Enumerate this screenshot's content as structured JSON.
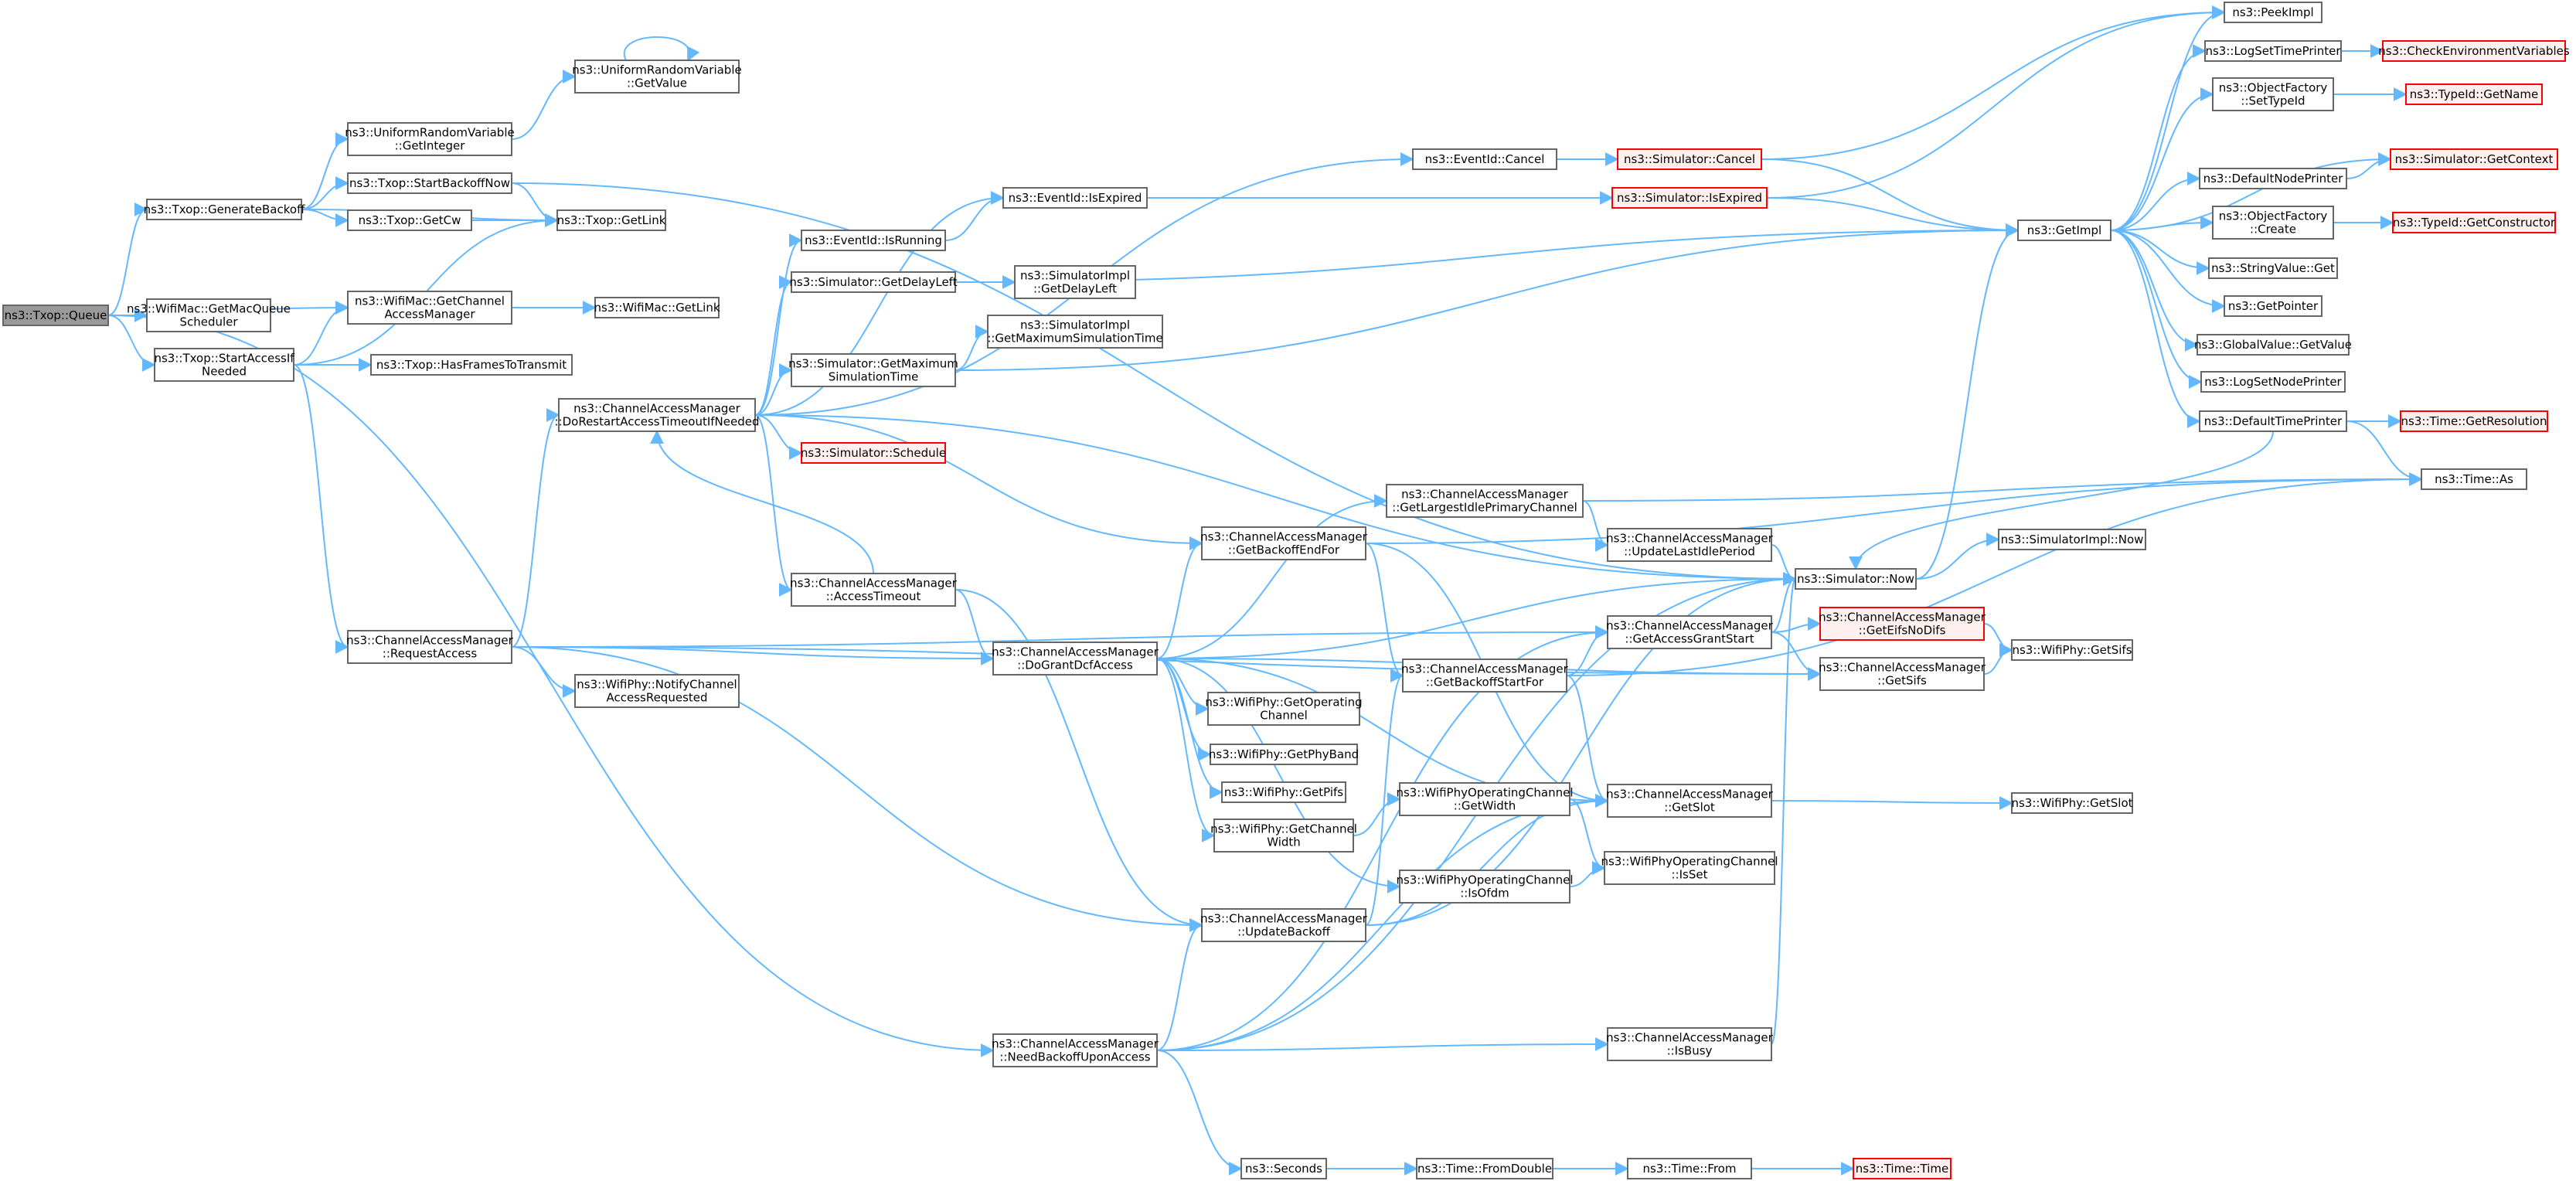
{
  "graph": {
    "colors": {
      "edge": "#63b8ff",
      "node_border": "#666666",
      "node_fill": "#ffffff",
      "truncated_border": "#ff0000",
      "truncated_fill": "#fff0f0",
      "root_fill": "#999999",
      "text": "#000000"
    },
    "nodes": [
      {
        "id": "queue",
        "lines": [
          "ns3::Txop::Queue"
        ],
        "root": true
      },
      {
        "id": "genbackoff",
        "lines": [
          "ns3::Txop::GenerateBackoff"
        ]
      },
      {
        "id": "getmacqueue",
        "lines": [
          "ns3::WifiMac::GetMacQueue",
          "Scheduler"
        ]
      },
      {
        "id": "startaccess",
        "lines": [
          "ns3::Txop::StartAccessIf",
          "Needed"
        ]
      },
      {
        "id": "urv_getvalue",
        "lines": [
          "ns3::UniformRandomVariable",
          "::GetValue"
        ]
      },
      {
        "id": "urv_getint",
        "lines": [
          "ns3::UniformRandomVariable",
          "::GetInteger"
        ]
      },
      {
        "id": "startbackoff",
        "lines": [
          "ns3::Txop::StartBackoffNow"
        ]
      },
      {
        "id": "getcw",
        "lines": [
          "ns3::Txop::GetCw"
        ]
      },
      {
        "id": "getlink_txop",
        "lines": [
          "ns3::Txop::GetLink"
        ]
      },
      {
        "id": "getcam",
        "lines": [
          "ns3::WifiMac::GetChannel",
          "AccessManager"
        ]
      },
      {
        "id": "getlink_mac",
        "lines": [
          "ns3::WifiMac::GetLink"
        ]
      },
      {
        "id": "hasframes",
        "lines": [
          "ns3::Txop::HasFramesToTransmit"
        ]
      },
      {
        "id": "dorestart",
        "lines": [
          "ns3::ChannelAccessManager",
          "::DoRestartAccessTimeoutIfNeeded"
        ]
      },
      {
        "id": "schedule",
        "lines": [
          "ns3::Simulator::Schedule"
        ],
        "truncated": true
      },
      {
        "id": "requestaccess",
        "lines": [
          "ns3::ChannelAccessManager",
          "::RequestAccess"
        ]
      },
      {
        "id": "notifychan",
        "lines": [
          "ns3::WifiPhy::NotifyChannel",
          "AccessRequested"
        ]
      },
      {
        "id": "isrunning",
        "lines": [
          "ns3::EventId::IsRunning"
        ]
      },
      {
        "id": "isexpired_ev",
        "lines": [
          "ns3::EventId::IsExpired"
        ]
      },
      {
        "id": "getdelayleft",
        "lines": [
          "ns3::Simulator::GetDelayLeft"
        ]
      },
      {
        "id": "impl_delayleft",
        "lines": [
          "ns3::SimulatorImpl",
          "::GetDelayLeft"
        ]
      },
      {
        "id": "getmaxsim",
        "lines": [
          "ns3::Simulator::GetMaximum",
          "SimulationTime"
        ]
      },
      {
        "id": "impl_maxsim",
        "lines": [
          "ns3::SimulatorImpl",
          "::GetMaximumSimulationTime"
        ]
      },
      {
        "id": "accesstimeout",
        "lines": [
          "ns3::ChannelAccessManager",
          "::AccessTimeout"
        ]
      },
      {
        "id": "dogrant",
        "lines": [
          "ns3::ChannelAccessManager",
          "::DoGrantDcfAccess"
        ]
      },
      {
        "id": "getbackoffend",
        "lines": [
          "ns3::ChannelAccessManager",
          "::GetBackoffEndFor"
        ]
      },
      {
        "id": "getopchan",
        "lines": [
          "ns3::WifiPhy::GetOperating",
          "Channel"
        ]
      },
      {
        "id": "getphyband",
        "lines": [
          "ns3::WifiPhy::GetPhyBand"
        ]
      },
      {
        "id": "getpifs",
        "lines": [
          "ns3::WifiPhy::GetPifs"
        ]
      },
      {
        "id": "getchanwidth",
        "lines": [
          "ns3::WifiPhy::GetChannel",
          "Width"
        ]
      },
      {
        "id": "updatebackoff",
        "lines": [
          "ns3::ChannelAccessManager",
          "::UpdateBackoff"
        ]
      },
      {
        "id": "needbackoff",
        "lines": [
          "ns3::ChannelAccessManager",
          "::NeedBackoffUponAccess"
        ]
      },
      {
        "id": "seconds",
        "lines": [
          "ns3::Seconds"
        ]
      },
      {
        "id": "fromdouble",
        "lines": [
          "ns3::Time::FromDouble"
        ]
      },
      {
        "id": "timefrom",
        "lines": [
          "ns3::Time::From"
        ]
      },
      {
        "id": "timetime",
        "lines": [
          "ns3::Time::Time"
        ],
        "truncated": true
      },
      {
        "id": "eventcancel",
        "lines": [
          "ns3::EventId::Cancel"
        ]
      },
      {
        "id": "simcancel",
        "lines": [
          "ns3::Simulator::Cancel"
        ],
        "truncated": true
      },
      {
        "id": "simisexpired",
        "lines": [
          "ns3::Simulator::IsExpired"
        ],
        "truncated": true
      },
      {
        "id": "getlargest",
        "lines": [
          "ns3::ChannelAccessManager",
          "::GetLargestIdlePrimaryChannel"
        ]
      },
      {
        "id": "updatelastidle",
        "lines": [
          "ns3::ChannelAccessManager",
          "::UpdateLastIdlePeriod"
        ]
      },
      {
        "id": "getbackoffstart",
        "lines": [
          "ns3::ChannelAccessManager",
          "::GetBackoffStartFor"
        ]
      },
      {
        "id": "opchan_width",
        "lines": [
          "ns3::WifiPhyOperatingChannel",
          "::GetWidth"
        ]
      },
      {
        "id": "opchan_isofdm",
        "lines": [
          "ns3::WifiPhyOperatingChannel",
          "::IsOfdm"
        ]
      },
      {
        "id": "opchan_isset",
        "lines": [
          "ns3::WifiPhyOperatingChannel",
          "::IsSet"
        ]
      },
      {
        "id": "getaccessgrant",
        "lines": [
          "ns3::ChannelAccessManager",
          "::GetAccessGrantStart"
        ]
      },
      {
        "id": "getslot_cam",
        "lines": [
          "ns3::ChannelAccessManager",
          "::GetSlot"
        ]
      },
      {
        "id": "isbusy",
        "lines": [
          "ns3::ChannelAccessManager",
          "::IsBusy"
        ]
      },
      {
        "id": "simnow",
        "lines": [
          "ns3::Simulator::Now"
        ]
      },
      {
        "id": "impl_now",
        "lines": [
          "ns3::SimulatorImpl::Now"
        ]
      },
      {
        "id": "geteifs",
        "lines": [
          "ns3::ChannelAccessManager",
          "::GetEifsNoDifs"
        ],
        "truncated": true
      },
      {
        "id": "getsifs_cam",
        "lines": [
          "ns3::ChannelAccessManager",
          "::GetSifs"
        ]
      },
      {
        "id": "phy_getsifs",
        "lines": [
          "ns3::WifiPhy::GetSifs"
        ]
      },
      {
        "id": "phy_getslot",
        "lines": [
          "ns3::WifiPhy::GetSlot"
        ]
      },
      {
        "id": "getimpl",
        "lines": [
          "ns3::GetImpl"
        ]
      },
      {
        "id": "peekimpl",
        "lines": [
          "ns3::PeekImpl"
        ]
      },
      {
        "id": "logsettime",
        "lines": [
          "ns3::LogSetTimePrinter"
        ]
      },
      {
        "id": "checkenv",
        "lines": [
          "ns3::CheckEnvironmentVariables"
        ],
        "truncated": true
      },
      {
        "id": "of_settypeid",
        "lines": [
          "ns3::ObjectFactory",
          "::SetTypeId"
        ]
      },
      {
        "id": "typeid_getname",
        "lines": [
          "ns3::TypeId::GetName"
        ],
        "truncated": true
      },
      {
        "id": "defnodeprinter",
        "lines": [
          "ns3::DefaultNodePrinter"
        ]
      },
      {
        "id": "sim_getcontext",
        "lines": [
          "ns3::Simulator::GetContext"
        ],
        "truncated": true
      },
      {
        "id": "of_create",
        "lines": [
          "ns3::ObjectFactory",
          "::Create"
        ]
      },
      {
        "id": "typeid_getctor",
        "lines": [
          "ns3::TypeId::GetConstructor"
        ],
        "truncated": true
      },
      {
        "id": "stringvalue_get",
        "lines": [
          "ns3::StringValue::Get"
        ]
      },
      {
        "id": "getpointer",
        "lines": [
          "ns3::GetPointer"
        ]
      },
      {
        "id": "gv_getvalue",
        "lines": [
          "ns3::GlobalValue::GetValue"
        ]
      },
      {
        "id": "logsetnode",
        "lines": [
          "ns3::LogSetNodePrinter"
        ]
      },
      {
        "id": "deftimeprinter",
        "lines": [
          "ns3::DefaultTimePrinter"
        ]
      },
      {
        "id": "time_getres",
        "lines": [
          "ns3::Time::GetResolution"
        ],
        "truncated": true
      },
      {
        "id": "time_as",
        "lines": [
          "ns3::Time::As"
        ]
      }
    ],
    "edges": [
      [
        "queue",
        "genbackoff"
      ],
      [
        "queue",
        "getmacqueue"
      ],
      [
        "queue",
        "startaccess"
      ],
      [
        "queue",
        "getcam"
      ],
      [
        "queue",
        "needbackoff"
      ],
      [
        "genbackoff",
        "urv_getint"
      ],
      [
        "genbackoff",
        "startbackoff"
      ],
      [
        "genbackoff",
        "getcw"
      ],
      [
        "genbackoff",
        "getlink_txop"
      ],
      [
        "urv_getint",
        "urv_getvalue"
      ],
      [
        "urv_getvalue",
        "urv_getvalue"
      ],
      [
        "startbackoff",
        "getlink_txop"
      ],
      [
        "startbackoff",
        "simnow"
      ],
      [
        "getcw",
        "getlink_txop"
      ],
      [
        "startaccess",
        "getlink_txop"
      ],
      [
        "startaccess",
        "getcam"
      ],
      [
        "startaccess",
        "hasframes"
      ],
      [
        "startaccess",
        "requestaccess"
      ],
      [
        "getcam",
        "getlink_mac"
      ],
      [
        "requestaccess",
        "dorestart"
      ],
      [
        "requestaccess",
        "notifychan"
      ],
      [
        "requestaccess",
        "dogrant"
      ],
      [
        "requestaccess",
        "getaccessgrant"
      ],
      [
        "requestaccess",
        "updatebackoff"
      ],
      [
        "requestaccess",
        "getsifs_cam"
      ],
      [
        "dorestart",
        "isrunning"
      ],
      [
        "dorestart",
        "isexpired_ev"
      ],
      [
        "dorestart",
        "eventcancel"
      ],
      [
        "dorestart",
        "getdelayleft"
      ],
      [
        "dorestart",
        "getmaxsim"
      ],
      [
        "dorestart",
        "schedule"
      ],
      [
        "dorestart",
        "accesstimeout"
      ],
      [
        "dorestart",
        "getbackoffend"
      ],
      [
        "dorestart",
        "simnow"
      ],
      [
        "isrunning",
        "isexpired_ev"
      ],
      [
        "isexpired_ev",
        "simisexpired"
      ],
      [
        "getdelayleft",
        "impl_delayleft"
      ],
      [
        "getdelayleft",
        "getimpl"
      ],
      [
        "getmaxsim",
        "impl_maxsim"
      ],
      [
        "getmaxsim",
        "getimpl"
      ],
      [
        "accesstimeout",
        "dorestart"
      ],
      [
        "accesstimeout",
        "dogrant"
      ],
      [
        "accesstimeout",
        "updatebackoff"
      ],
      [
        "dogrant",
        "getbackoffend"
      ],
      [
        "dogrant",
        "getopchan"
      ],
      [
        "dogrant",
        "getphyband"
      ],
      [
        "dogrant",
        "getpifs"
      ],
      [
        "dogrant",
        "getchanwidth"
      ],
      [
        "dogrant",
        "getlargest"
      ],
      [
        "dogrant",
        "getslot_cam"
      ],
      [
        "dogrant",
        "simnow"
      ],
      [
        "dogrant",
        "opchan_isofdm"
      ],
      [
        "dogrant",
        "getsifs_cam"
      ],
      [
        "getbackoffend",
        "getbackoffstart"
      ],
      [
        "getbackoffend",
        "getslot_cam"
      ],
      [
        "getbackoffend",
        "time_as"
      ],
      [
        "getchanwidth",
        "opchan_width"
      ],
      [
        "updatebackoff",
        "getbackoffstart"
      ],
      [
        "updatebackoff",
        "getslot_cam"
      ],
      [
        "updatebackoff",
        "simnow"
      ],
      [
        "needbackoff",
        "isbusy"
      ],
      [
        "needbackoff",
        "seconds"
      ],
      [
        "needbackoff",
        "getslot_cam"
      ],
      [
        "needbackoff",
        "simnow"
      ],
      [
        "needbackoff",
        "updatebackoff"
      ],
      [
        "needbackoff",
        "getaccessgrant"
      ],
      [
        "seconds",
        "fromdouble"
      ],
      [
        "fromdouble",
        "timefrom"
      ],
      [
        "timefrom",
        "timetime"
      ],
      [
        "eventcancel",
        "simcancel"
      ],
      [
        "simcancel",
        "getimpl"
      ],
      [
        "simcancel",
        "peekimpl"
      ],
      [
        "simisexpired",
        "getimpl"
      ],
      [
        "simisexpired",
        "peekimpl"
      ],
      [
        "getlargest",
        "updatelastidle"
      ],
      [
        "getlargest",
        "time_as"
      ],
      [
        "updatelastidle",
        "simnow"
      ],
      [
        "getbackoffstart",
        "getaccessgrant"
      ],
      [
        "getbackoffstart",
        "getslot_cam"
      ],
      [
        "getbackoffstart",
        "time_as"
      ],
      [
        "getaccessgrant",
        "simnow"
      ],
      [
        "getaccessgrant",
        "geteifs"
      ],
      [
        "getaccessgrant",
        "getsifs_cam"
      ],
      [
        "getsifs_cam",
        "phy_getsifs"
      ],
      [
        "geteifs",
        "phy_getsifs"
      ],
      [
        "getslot_cam",
        "phy_getslot"
      ],
      [
        "opchan_width",
        "opchan_isset"
      ],
      [
        "opchan_isofdm",
        "opchan_isset"
      ],
      [
        "isbusy",
        "simnow"
      ],
      [
        "simnow",
        "impl_now"
      ],
      [
        "simnow",
        "getimpl"
      ],
      [
        "getimpl",
        "peekimpl"
      ],
      [
        "getimpl",
        "logsettime"
      ],
      [
        "getimpl",
        "of_settypeid"
      ],
      [
        "getimpl",
        "defnodeprinter"
      ],
      [
        "getimpl",
        "of_create"
      ],
      [
        "getimpl",
        "stringvalue_get"
      ],
      [
        "getimpl",
        "getpointer"
      ],
      [
        "getimpl",
        "gv_getvalue"
      ],
      [
        "getimpl",
        "logsetnode"
      ],
      [
        "getimpl",
        "deftimeprinter"
      ],
      [
        "getimpl",
        "sim_getcontext"
      ],
      [
        "logsettime",
        "checkenv"
      ],
      [
        "of_settypeid",
        "typeid_getname"
      ],
      [
        "defnodeprinter",
        "sim_getcontext"
      ],
      [
        "of_create",
        "typeid_getctor"
      ],
      [
        "deftimeprinter",
        "time_getres"
      ],
      [
        "deftimeprinter",
        "time_as"
      ],
      [
        "deftimeprinter",
        "simnow"
      ]
    ]
  }
}
